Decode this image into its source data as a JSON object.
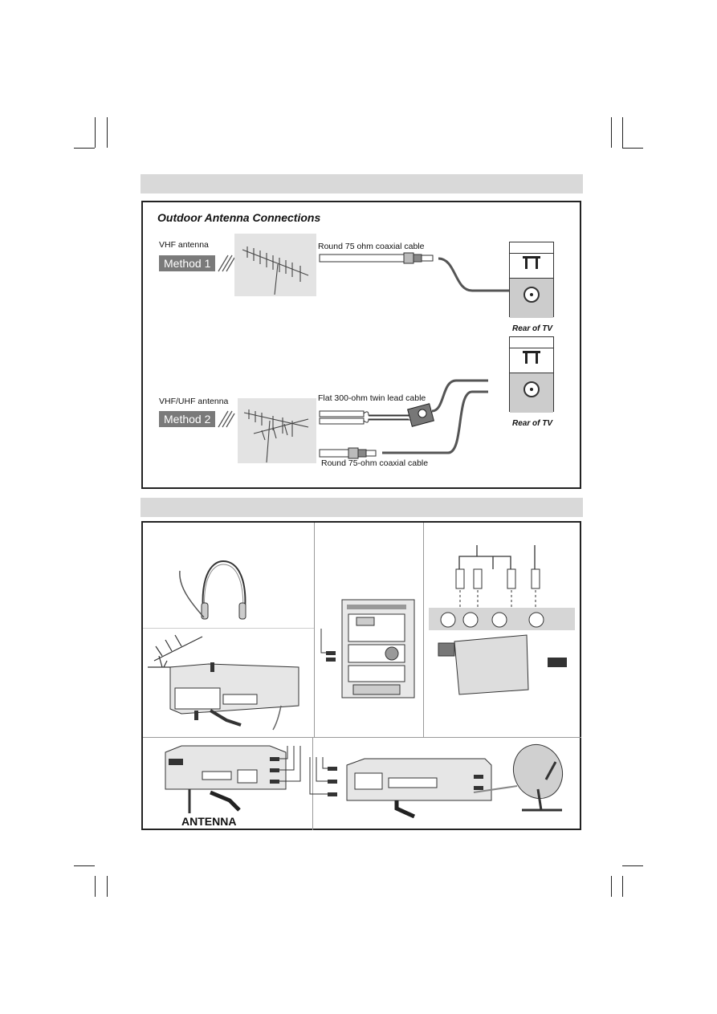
{
  "section1": {
    "heading": "Outdoor Antenna Connections",
    "method1": {
      "antenna_label": "VHF antenna",
      "method_label": "Method 1",
      "cable_label": "Round 75 ohm coaxial cable",
      "rear_label": "Rear of TV"
    },
    "method2": {
      "antenna_label": "VHF/UHF antenna",
      "method_label": "Method 2",
      "twin_lead_label": "Flat 300-ohm twin lead cable",
      "coax_label": "Round 75-ohm coaxial cable",
      "rear_label": "Rear of TV"
    }
  },
  "section2": {
    "antenna_label": "ANTENNA"
  },
  "icons": [
    "headphones-icon",
    "hifi-stereo-icon",
    "camcorder-icon",
    "vcr-icon",
    "satellite-receiver-icon",
    "satellite-dish-icon",
    "yagi-antenna-icon"
  ]
}
